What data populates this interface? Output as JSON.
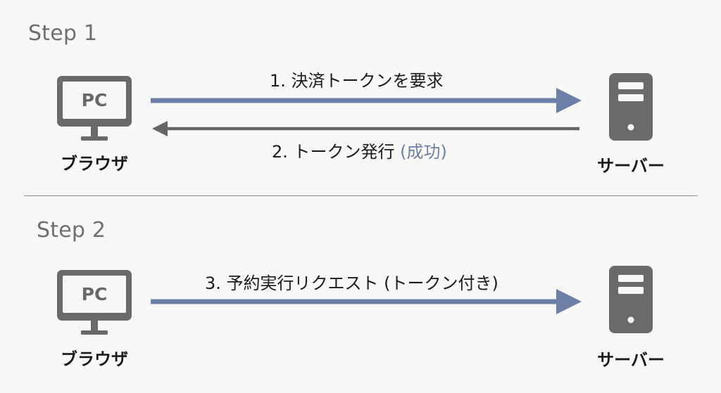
{
  "steps": [
    {
      "title": "Step 1",
      "left_device_label": "ブラウザ",
      "right_device_label": "サーバー",
      "arrow_request": {
        "label": "1. 決済トークンを要求",
        "color": "#6c7fa6"
      },
      "arrow_response": {
        "label_main": "2. トークン発行",
        "label_accent": "(成功)",
        "color": "#666666"
      }
    },
    {
      "title": "Step 2",
      "left_device_label": "ブラウザ",
      "right_device_label": "サーバー",
      "arrow_request": {
        "label": "3. 予約実行リクエスト (トークン付き)",
        "color": "#6c7fa6"
      }
    }
  ],
  "device_badge": "PC",
  "colors": {
    "background": "#f8f8f6",
    "request_arrow": "#6c7fa6",
    "response_arrow": "#666666",
    "device_gray": "#6a6a6a",
    "accent_text": "#6d7fa6"
  },
  "icons": {
    "client": "desktop-monitor-icon",
    "server": "server-tower-icon"
  }
}
